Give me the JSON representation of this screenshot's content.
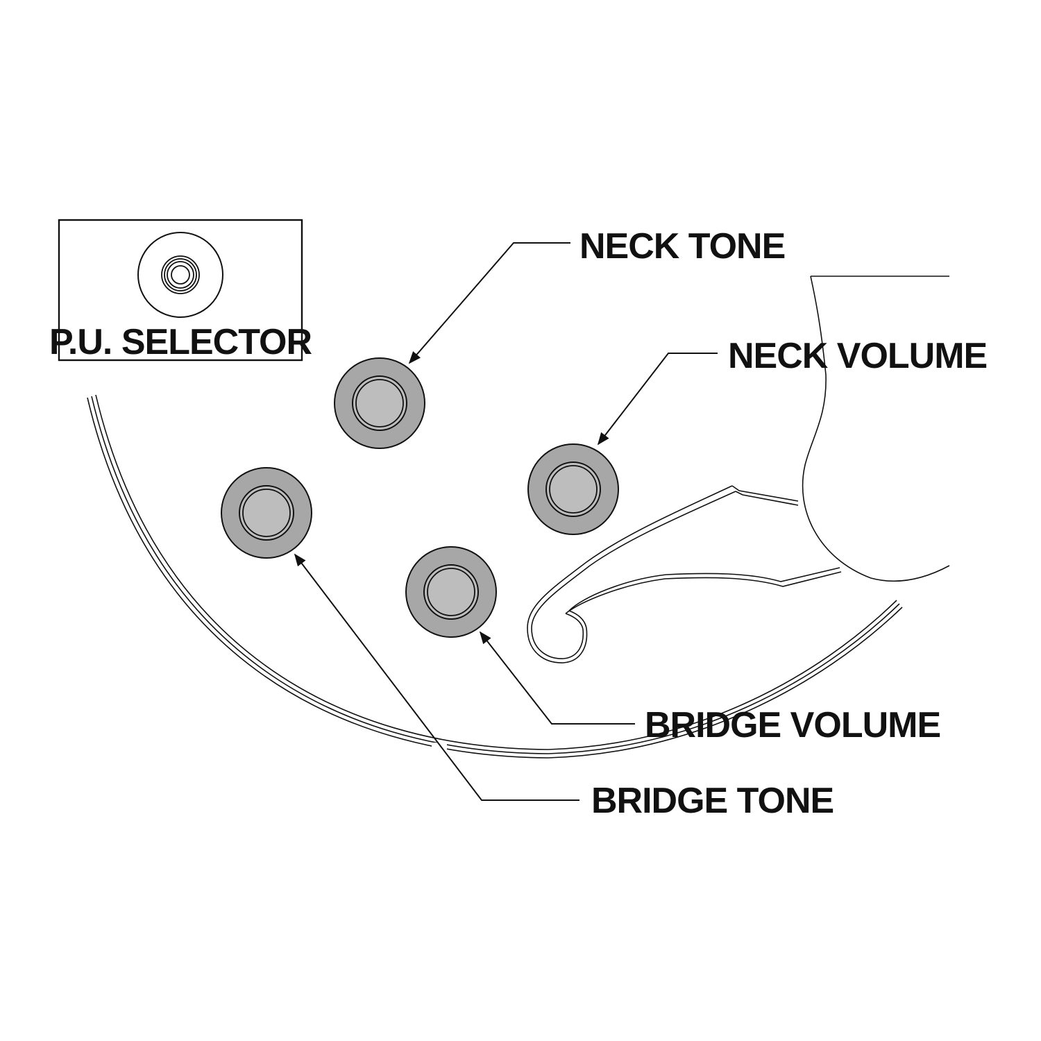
{
  "labels": {
    "selector": "P.U. SELECTOR",
    "neck_tone": "NECK TONE",
    "neck_volume": "NECK VOLUME",
    "bridge_volume": "BRIDGE VOLUME",
    "bridge_tone": "BRIDGE TONE"
  },
  "colors": {
    "background": "#ffffff",
    "ink": "#111111",
    "knob_outer": "#a7a7a7",
    "knob_inner": "#bdbdbd"
  }
}
